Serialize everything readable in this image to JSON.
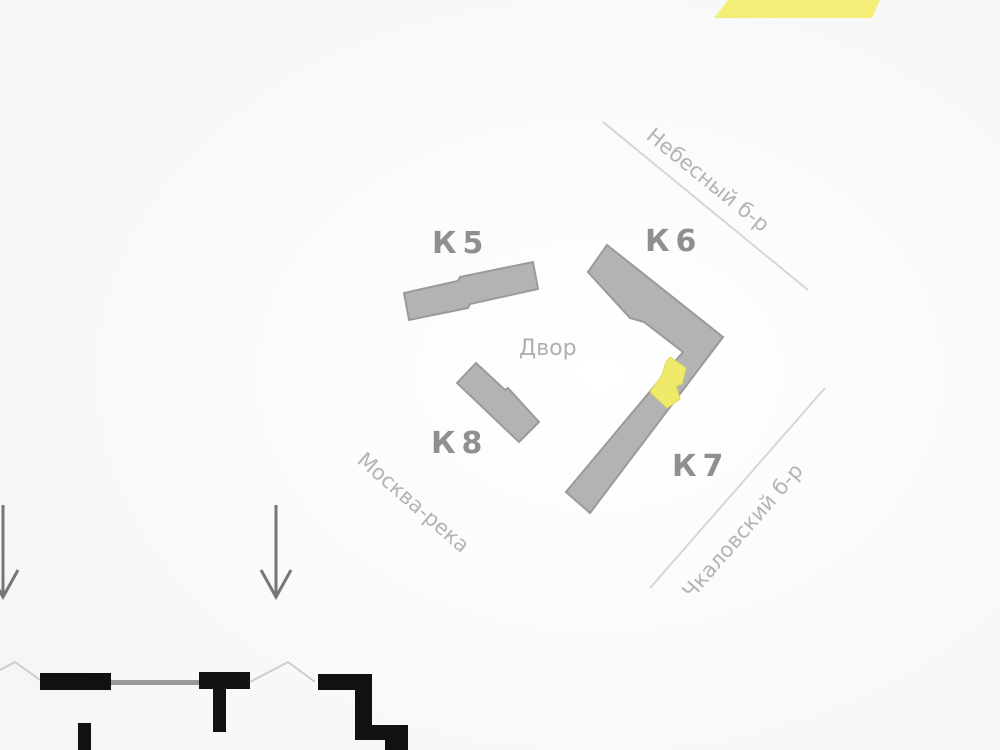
{
  "map": {
    "buildings": [
      {
        "id": "k5",
        "label": "К5"
      },
      {
        "id": "k6",
        "label": "К6"
      },
      {
        "id": "k7",
        "label": "К7"
      },
      {
        "id": "k8",
        "label": "К8"
      }
    ],
    "yard_label": "Двор",
    "streets": {
      "nebesny": "Небесный б-р",
      "chkalovsky": "Чкаловский б-р",
      "moskva": "Москва-река"
    },
    "colors": {
      "building": "#b3b3b3",
      "highlight": "#f0ea6b",
      "accent": "#f2ee78"
    }
  }
}
